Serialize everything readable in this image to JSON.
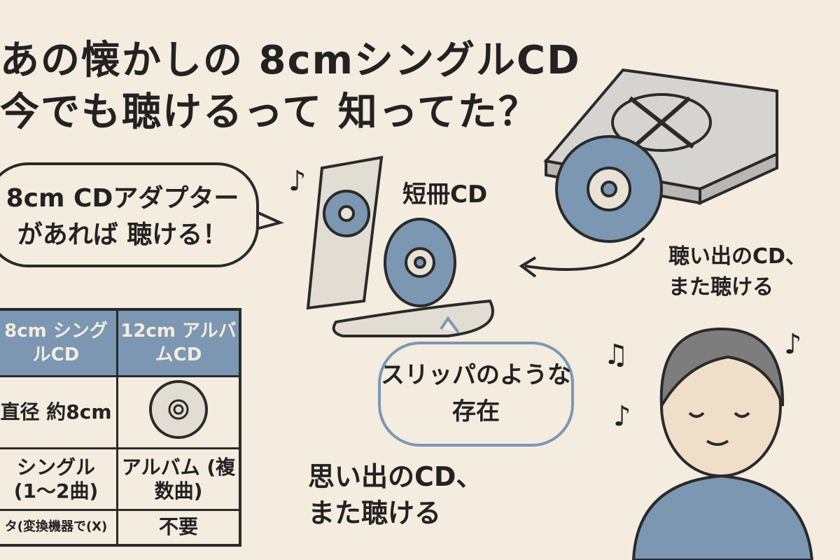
{
  "title": {
    "line1": "あの懐かしの 8cmシングルCD",
    "line2": "今でも聴けるって 知ってた？"
  },
  "bubble_adapter": {
    "line1": "8cm CDアダプター",
    "line2": "があれば 聴ける！"
  },
  "label_tanzaku": "短冊CD",
  "bubble_slipper": {
    "line1": "スリッパのような",
    "line2": "存在"
  },
  "caption_right": {
    "line1": "聴い出のCD、",
    "line2": "また聴ける"
  },
  "caption_bottom": {
    "line1": "思い出のCD、",
    "line2": "また聴ける"
  },
  "table": {
    "headers": [
      "8cm シングルCD",
      "12cm アルバムCD"
    ],
    "rows": [
      [
        "直径 約8cm",
        ""
      ],
      [
        "シングル (1〜2曲)",
        "アルバム (複数曲)"
      ],
      [
        "タ(変換機器で(X)",
        "不要"
      ]
    ]
  },
  "colors": {
    "background": "#f3ecdf",
    "accent_blue": "#7b97b2",
    "ink": "#2a2a2a"
  },
  "icons": [
    "music-note-icon",
    "cd-disc-icon",
    "cd-player-icon",
    "tanzaku-cd-icon",
    "person-icon",
    "arrow-icon"
  ]
}
